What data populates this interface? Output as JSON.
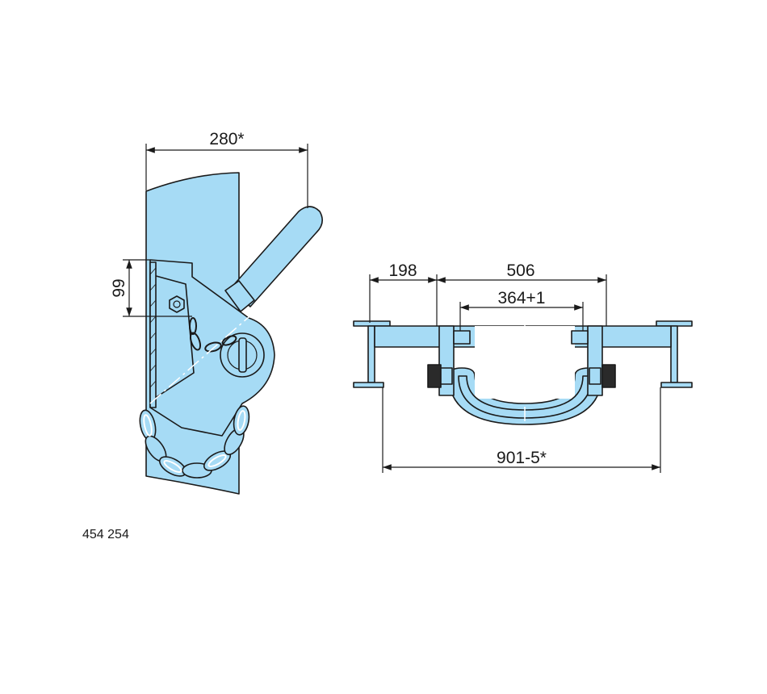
{
  "colors": {
    "part_fill": "#a6dbf5",
    "line": "#1a1a1a",
    "white": "#ffffff"
  },
  "side_view": {
    "dim_width": "280*",
    "dim_height": "99"
  },
  "front_view": {
    "dim_left": "198",
    "dim_span": "506",
    "dim_inner": "364+1",
    "dim_overall": "901-5*"
  },
  "drawing_number": "454 254"
}
